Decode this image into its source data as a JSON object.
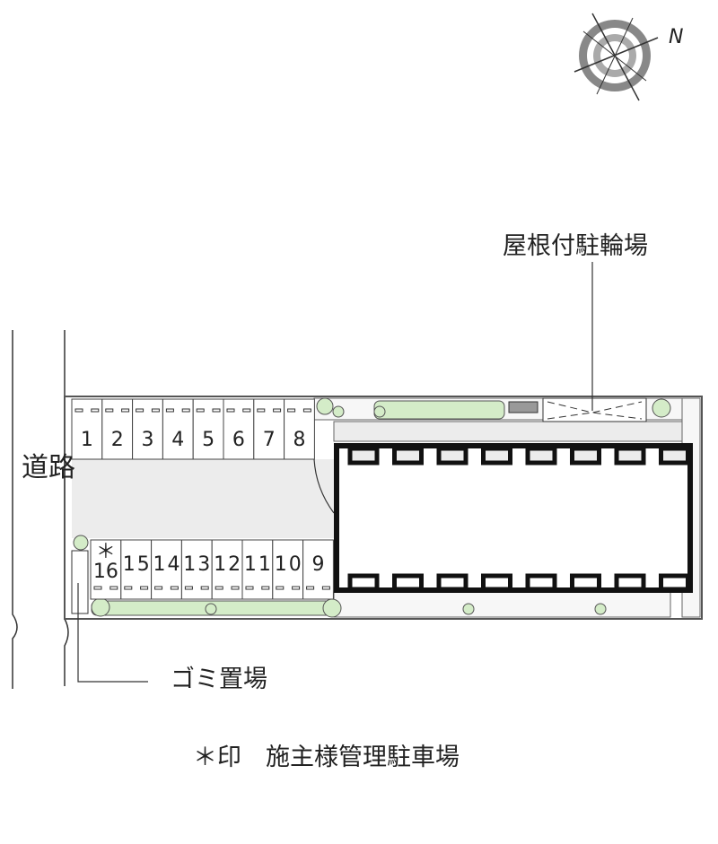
{
  "labels": {
    "bicycle_parking": "屋根付駐輪場",
    "road": "道路",
    "garbage": "ゴミ置場",
    "footnote": "＊印　施主様管理駐車場",
    "compass": "N"
  },
  "parking_top": [
    "1",
    "2",
    "3",
    "4",
    "5",
    "6",
    "7",
    "8"
  ],
  "parking_bottom": [
    "16",
    "15",
    "14",
    "13",
    "12",
    "11",
    "10",
    "9"
  ],
  "owner_mark": "＊",
  "colors": {
    "greenery": "#d4ecc8",
    "paving": "#ececec",
    "line": "#222222"
  }
}
